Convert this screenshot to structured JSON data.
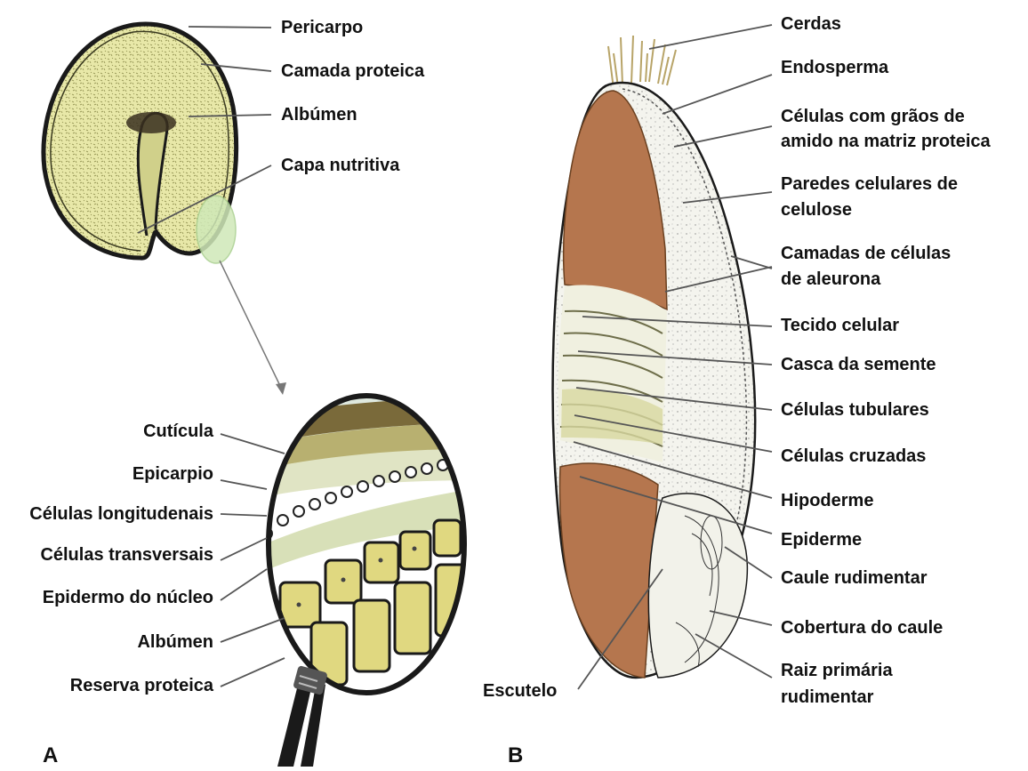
{
  "panels": {
    "a": "A",
    "b": "B"
  },
  "colors": {
    "grain_fill": "#e8e8a8",
    "grain_texture": "#8a8a4a",
    "outline": "#1a1a1a",
    "endosperm_brown": "#b5764e",
    "aleurone_white": "#f4f4ee",
    "bristles": "#c8b67a",
    "lens_bg": "#ffffff",
    "lens_top": "#dfe9df",
    "highlight_green": "#cfe8b8",
    "leader_line": "#555555"
  },
  "icons": [
    "magnifier-handle-icon"
  ],
  "labels_a_top": {
    "pericarpo": "Pericarpo",
    "camada_proteica": "Camada proteica",
    "albumen": "Albúmen",
    "capa_nutritiva": "Capa nutritiva"
  },
  "labels_a_lens": {
    "cuticula": "Cutícula",
    "epicarpio": "Epicarpio",
    "celulas_longitudenais": "Células longitudenais",
    "celulas_transversais": "Células transversais",
    "epidermo_nucleo": "Epidermo do núcleo",
    "albumen": "Albúmen",
    "reserva_proteica": "Reserva proteica"
  },
  "labels_b": {
    "cerdas": "Cerdas",
    "endosperma": "Endosperma",
    "celulas_graos_1": "Células com grãos de",
    "celulas_graos_2": "amido na matriz proteica",
    "paredes_1": "Paredes celulares de",
    "paredes_2": "celulose",
    "camadas_1": "Camadas de células",
    "camadas_2": "de aleurona",
    "tecido_celular": "Tecido celular",
    "casca_semente": "Casca da semente",
    "celulas_tubulares": "Células tubulares",
    "celulas_cruzadas": "Células cruzadas",
    "hipoderme": "Hipoderme",
    "epiderme": "Epiderme",
    "caule_rudimentar": "Caule rudimentar",
    "cobertura_caule": "Cobertura do caule",
    "raiz_1": "Raiz primária",
    "raiz_2": "rudimentar",
    "escutelo": "Escutelo"
  }
}
